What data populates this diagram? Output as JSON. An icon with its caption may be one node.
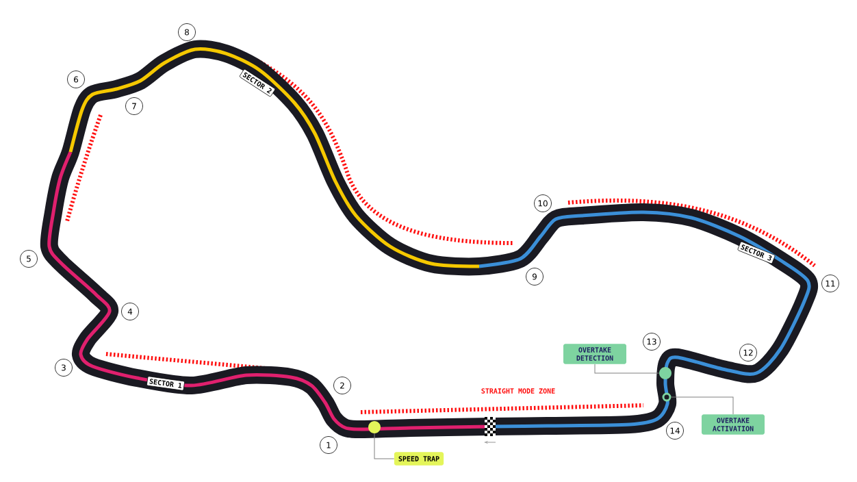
{
  "diagram": {
    "nodes": [
      {
        "text": [
          "1"
        ]
      },
      {
        "text": [
          "2"
        ]
      },
      {
        "text": [
          "3"
        ]
      },
      {
        "text": [
          "4"
        ]
      },
      {
        "text": [
          "5"
        ]
      },
      {
        "text": [
          "6"
        ]
      },
      {
        "text": [
          "7"
        ]
      },
      {
        "text": [
          "8"
        ]
      },
      {
        "text": [
          "9"
        ]
      },
      {
        "text": [
          "10"
        ]
      },
      {
        "text": [
          "11"
        ]
      },
      {
        "text": [
          "12"
        ]
      },
      {
        "text": [
          "13"
        ]
      },
      {
        "text": [
          "14"
        ]
      },
      {
        "text": [
          "SECTOR 1"
        ]
      },
      {
        "text": [
          "SECTOR 2"
        ]
      },
      {
        "text": [
          "SECTOR 3"
        ]
      },
      {
        "text": [
          "SPEED TRAP"
        ]
      },
      {
        "text": [],
        "shape": "circle"
      },
      {
        "text": [
          "OVERTAKE DETECTION"
        ]
      },
      {
        "text": [],
        "shape": "circle"
      },
      {
        "text": [],
        "shape": "ring"
      },
      {
        "text": [
          "OVERTAKE ACTIVATION"
        ]
      }
    ],
    "edges": [
      {
        "from": 17,
        "to": 18,
        "arrow": "none"
      },
      {
        "from": 19,
        "to": 20,
        "arrow": "none"
      },
      {
        "from": 22,
        "to": 21,
        "arrow": "none"
      }
    ],
    "labels": [
      "STRAIGHT MODE ZONE"
    ]
  }
}
